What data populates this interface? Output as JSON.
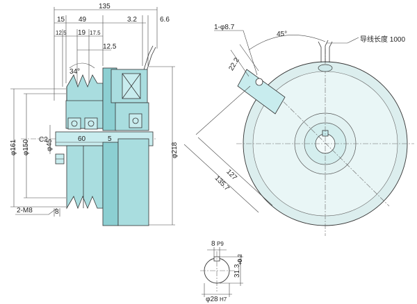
{
  "side_view": {
    "dim_total_width": "135",
    "dim_15": "15",
    "dim_49": "49",
    "dim_3_2": "3.2",
    "dim_6_6": "6.6",
    "dim_12_5_top": "12.5",
    "dim_19": "19",
    "dim_17_5": "17.5",
    "dim_12_5": "12.5",
    "dim_angle": "34°",
    "dim_c2": "C2",
    "dim_60": "60",
    "dim_5": "5",
    "dim_phi161": "φ161",
    "dim_phi150": "φ150",
    "dim_phi45": "φ45",
    "dim_phi218": "φ218",
    "dim_2m8": "2-M8",
    "dim_8": "8"
  },
  "front_view": {
    "dim_hole": "1-φ8.7",
    "dim_22_2": "22.2",
    "dim_45deg": "45°",
    "lead_length_label": "导线长度 1000",
    "dim_127": "127",
    "dim_135_7": "135.7"
  },
  "keyway_view": {
    "dim_key_width": "8",
    "dim_key_tol": "P9",
    "dim_bore": "φ28",
    "dim_bore_tol": "H7",
    "dim_depth": "31.3",
    "dim_depth_tol_upper": "+0.2",
    "dim_depth_tol_lower": "0"
  }
}
